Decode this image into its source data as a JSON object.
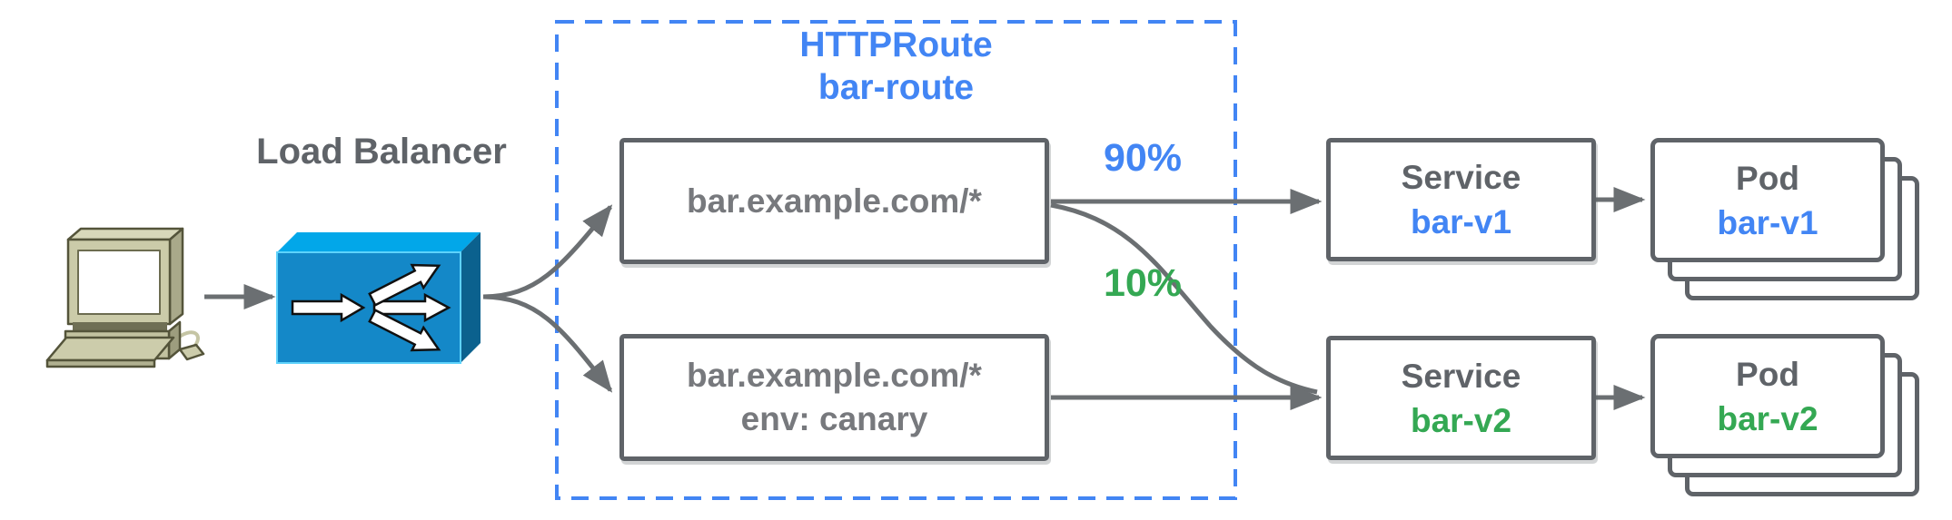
{
  "client": {
    "icon": "desktop-computer"
  },
  "load_balancer": {
    "label": "Load Balancer"
  },
  "httproute": {
    "title_line1": "HTTPRoute",
    "title_line2": "bar-route",
    "rules": [
      {
        "line1": "bar.example.com/*"
      },
      {
        "line1": "bar.example.com/*",
        "line2": "env: canary"
      }
    ]
  },
  "weights": {
    "v1": "90%",
    "v2": "10%"
  },
  "services": [
    {
      "kind": "Service",
      "name": "bar-v1"
    },
    {
      "kind": "Service",
      "name": "bar-v2"
    }
  ],
  "pods": [
    {
      "kind": "Pod",
      "name": "bar-v1"
    },
    {
      "kind": "Pod",
      "name": "bar-v2"
    }
  ],
  "palette": {
    "blue": "#4285F4",
    "green": "#34A853",
    "gray_text": "#5f6368",
    "arrow_gray": "#6b6f72",
    "lb_front": "#1488C8",
    "lb_top": "#02A7E9",
    "lb_side": "#0B618E",
    "computer_body": "#cbcba9"
  }
}
